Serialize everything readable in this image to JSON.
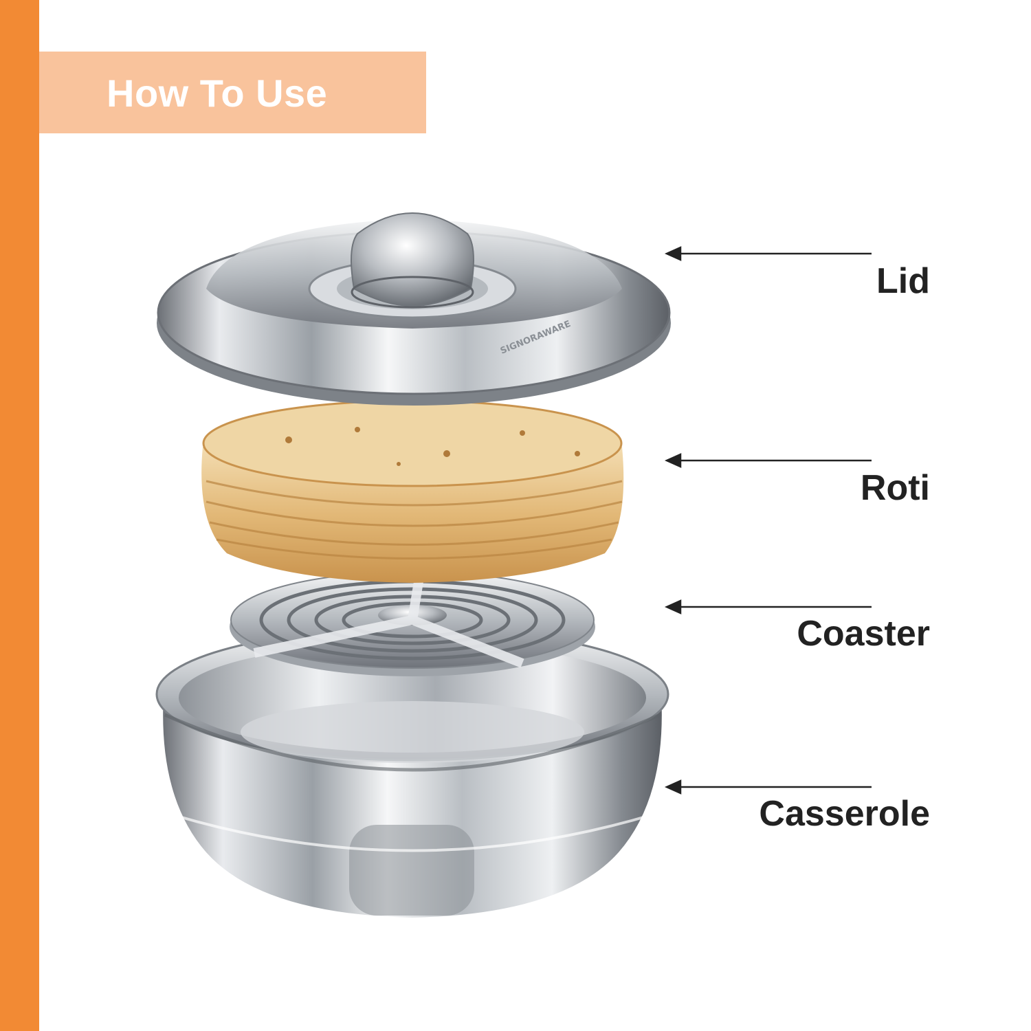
{
  "header": {
    "title": "How To Use"
  },
  "brand": {
    "lid_engraving": "SIGNORAWARE"
  },
  "parts": [
    {
      "id": "lid",
      "label": "Lid"
    },
    {
      "id": "roti",
      "label": "Roti"
    },
    {
      "id": "coaster",
      "label": "Coaster"
    },
    {
      "id": "casserole",
      "label": "Casserole"
    }
  ],
  "colors": {
    "accent_bar": "#f28a34",
    "title_box": "#f9c39c",
    "title_text": "#ffffff",
    "label_text": "#222222",
    "steel": "#c9ccd0",
    "roti": "#e8c58c"
  }
}
